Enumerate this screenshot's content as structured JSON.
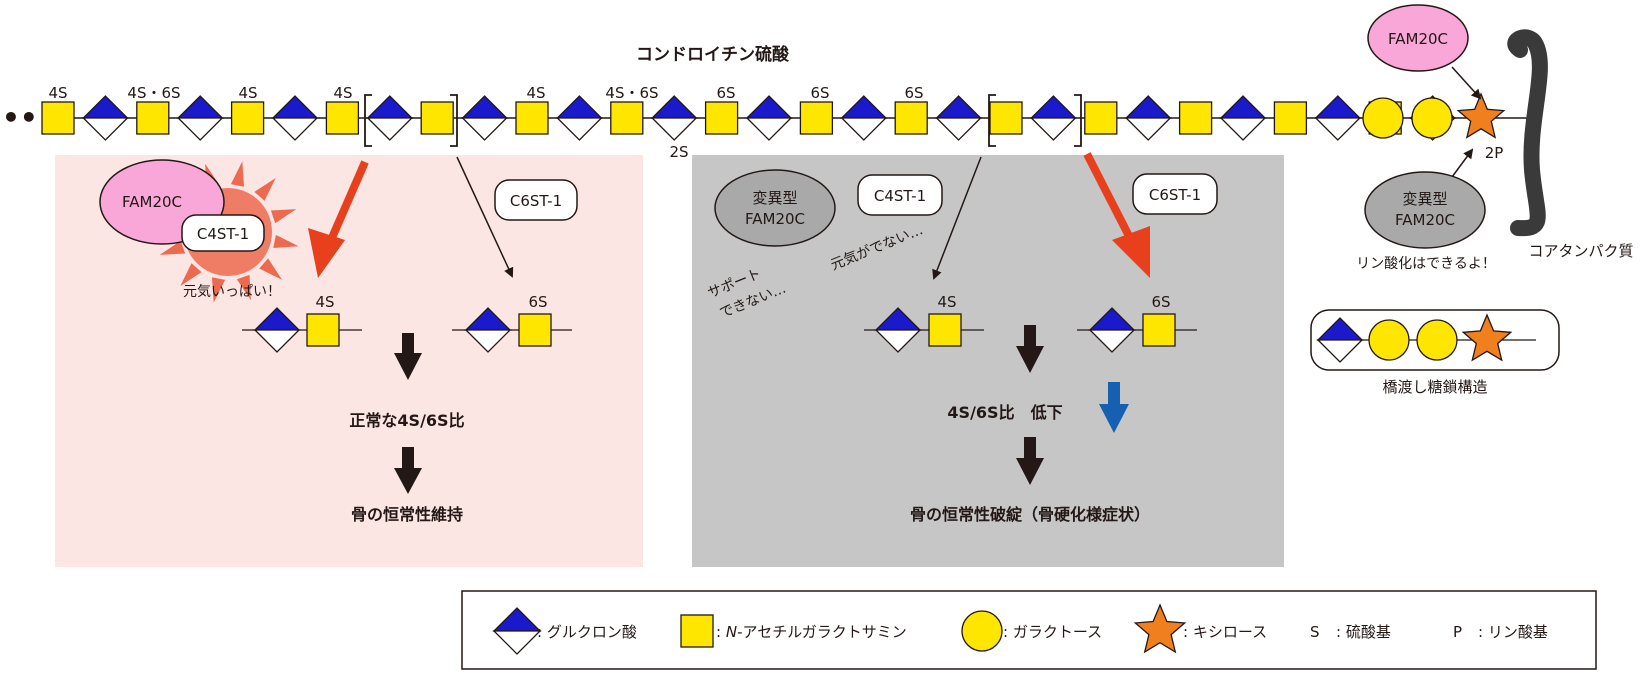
{
  "title": "コンドロイチン硫酸",
  "chain_ellipsis": "••",
  "chain_labels": {
    "s4": "4S",
    "s46": "4S・6S",
    "s6": "6S",
    "s2": "2S",
    "p2": "2P"
  },
  "left_panel": {
    "fam20c": "FAM20C",
    "c4st1": "C4ST-1",
    "c6st1": "C6ST-1",
    "energetic": "元気いっぱい！",
    "product_4s": "4S",
    "product_6s": "6S",
    "result1": "正常な4S/6S比",
    "result2": "骨の恒常性維持"
  },
  "right_panel": {
    "mutant_line1": "変異型",
    "mutant_line2": "FAM20C",
    "c4st1": "C4ST-1",
    "c6st1": "C6ST-1",
    "cannot_support_line1": "サポート",
    "cannot_support_line2": "できない…",
    "no_energy": "元気がでない…",
    "product_4s": "4S",
    "product_6s": "6S",
    "result1": "4S/6S比　低下",
    "result2": "骨の恒常性破綻（骨硬化様症状）"
  },
  "top_right": {
    "fam20c": "FAM20C",
    "mutant_line1": "変異型",
    "mutant_line2": "FAM20C",
    "phosphorylation_ok": "リン酸化はできるよ！",
    "core_protein": "コアタンパク質",
    "linkage_caption": "橋渡し糖鎖構造"
  },
  "legend": {
    "glcua": ": グルクロン酸",
    "galnac_prefix": ":",
    "galnac_italic": "N",
    "galnac_rest": "-アセチルガラクトサミン",
    "gal": ": ガラクトース",
    "xyl": ": キシロース",
    "s_symbol": "S",
    "s_desc": ": 硫酸基",
    "p_symbol": "P",
    "p_desc": ": リン酸基"
  },
  "colors": {
    "glcua_blue": "#1a1acc",
    "galnac_yellow": "#ffe600",
    "gal_yellow": "#ffe600",
    "xyl_orange": "#f07f1e",
    "pink": "#f9a6d8",
    "left_bg": "#fce6e4",
    "right_bg": "#c6c6c6",
    "red_arrow": "#e8401c",
    "blue_arrow": "#1560b0",
    "mutant_gray": "#a9a9a9",
    "sun_ray": "#ec6a4f"
  }
}
